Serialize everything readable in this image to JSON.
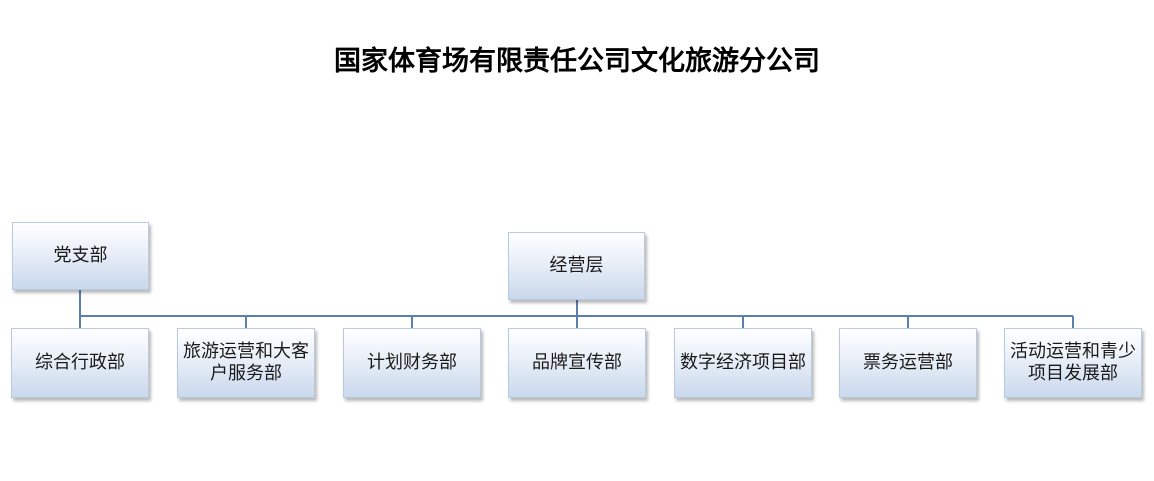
{
  "title": "国家体育场有限责任公司文化旅游分公司",
  "nodes": {
    "party_branch": "党支部",
    "management": "经营层",
    "departments": [
      "综合行政部",
      "旅游运营和大客户服务部",
      "计划财务部",
      "品牌宣传部",
      "数字经济项目部",
      "票务运营部",
      "活动运营和青少项目发展部"
    ]
  },
  "colors": {
    "connector": "#5b7fb0",
    "box_top": "#ffffff",
    "box_bottom": "#c9d8ec"
  }
}
